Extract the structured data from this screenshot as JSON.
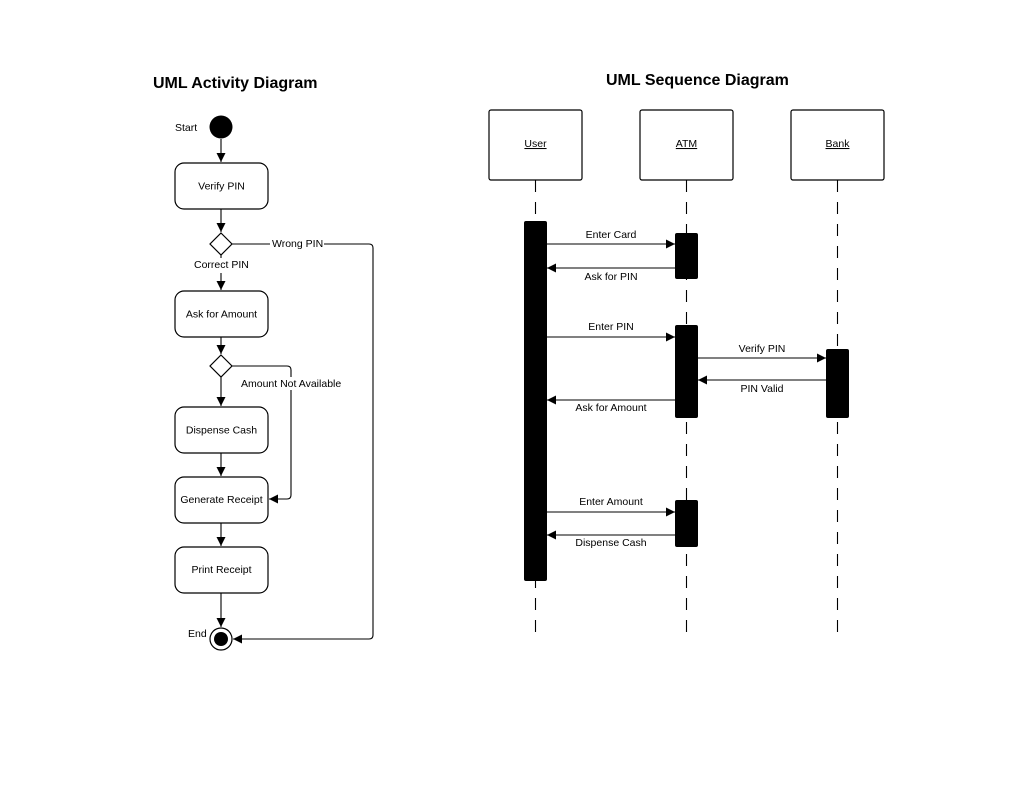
{
  "activity": {
    "title": "UML Activity Diagram",
    "start_label": "Start",
    "end_label": "End",
    "nodes": {
      "verify_pin": "Verify PIN",
      "ask_amount": "Ask for Amount",
      "dispense_cash": "Dispense Cash",
      "generate_receipt": "Generate Receipt",
      "print_receipt": "Print Receipt"
    },
    "guards": {
      "wrong_pin": "Wrong PIN",
      "correct_pin": "Correct PIN",
      "amount_not_available": "Amount Not Available"
    }
  },
  "sequence": {
    "title": "UML Sequence  Diagram",
    "objects": {
      "user": "User",
      "atm": "ATM",
      "bank": "Bank"
    },
    "messages": {
      "m1": "Enter Card",
      "m2": "Ask for PIN",
      "m3": "Enter PIN",
      "m4": "Verify PIN",
      "m5": "PIN Valid",
      "m6": "Ask for Amount",
      "m7": "Enter Amount",
      "m8": "Dispense Cash"
    }
  }
}
